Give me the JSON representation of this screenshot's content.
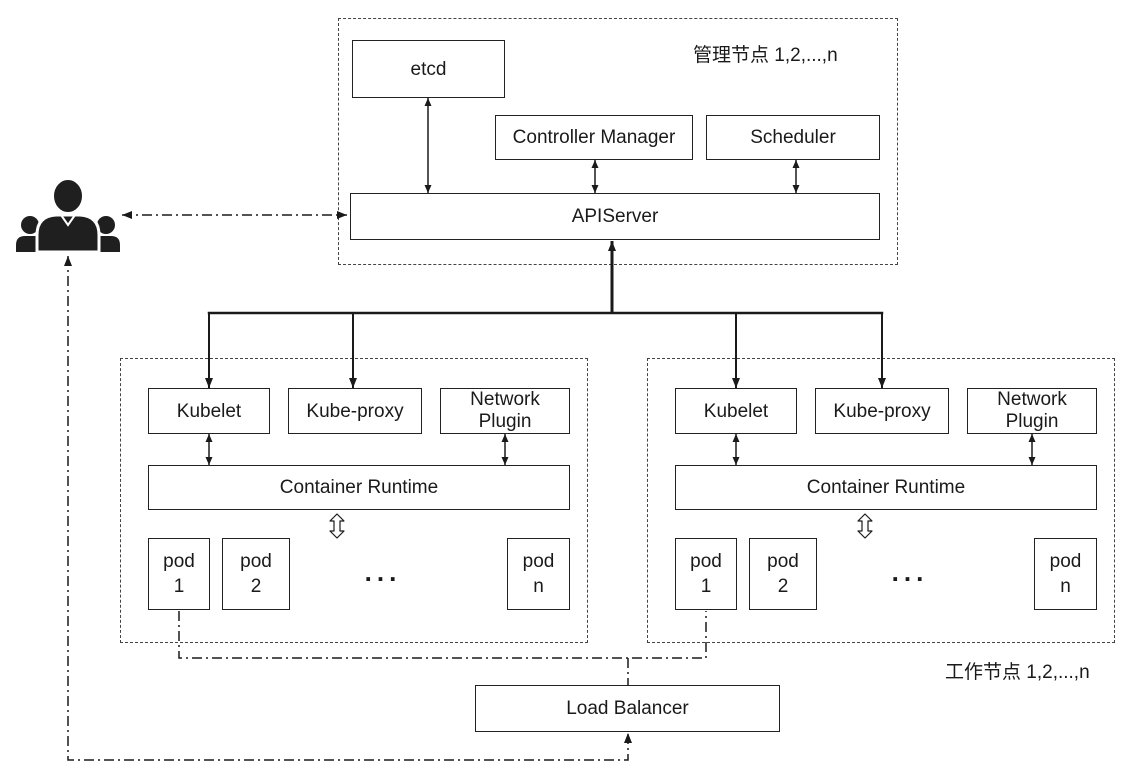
{
  "master": {
    "label": "管理节点 1,2,...,n",
    "etcd": "etcd",
    "controller_manager": "Controller Manager",
    "scheduler": "Scheduler",
    "apiserver": "APIServer"
  },
  "worker_nodes": [
    {
      "kubelet": "Kubelet",
      "kube_proxy": "Kube-proxy",
      "network_plugin": {
        "line1": "Network",
        "line2": "Plugin"
      },
      "container_runtime": "Container Runtime",
      "pods": [
        {
          "name": "pod",
          "index": "1"
        },
        {
          "name": "pod",
          "index": "2"
        },
        {
          "name": "pod",
          "index": "n"
        }
      ],
      "ellipsis": "..."
    },
    {
      "kubelet": "Kubelet",
      "kube_proxy": "Kube-proxy",
      "network_plugin": {
        "line1": "Network",
        "line2": "Plugin"
      },
      "container_runtime": "Container Runtime",
      "pods": [
        {
          "name": "pod",
          "index": "1"
        },
        {
          "name": "pod",
          "index": "2"
        },
        {
          "name": "pod",
          "index": "n"
        }
      ],
      "ellipsis": "..."
    }
  ],
  "workers_label": "工作节点 1,2,...,n",
  "load_balancer": "Load Balancer",
  "icons": {
    "user_group": "user-group-icon",
    "runtime_pod_link": "hollow-updown-arrow-icon"
  }
}
